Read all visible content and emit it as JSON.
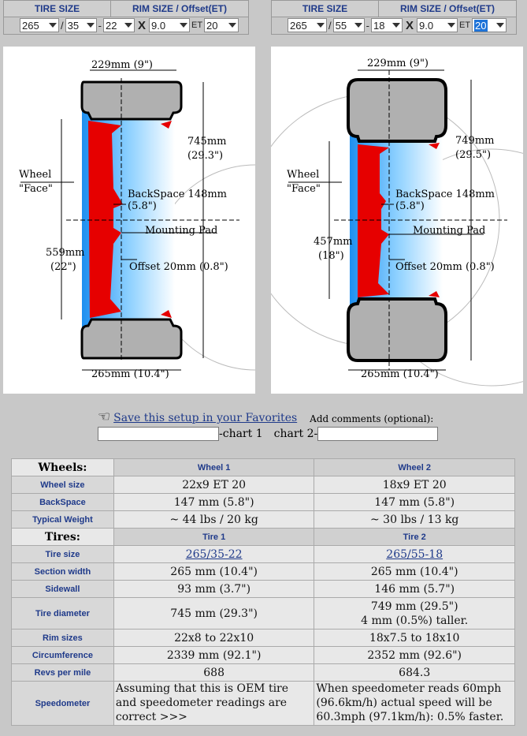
{
  "selectors": [
    {
      "tire_size_header": "TIRE SIZE",
      "rim_header": "RIM SIZE / Offset(ET)",
      "width": "265",
      "aspect": "35",
      "rim_dia": "22",
      "x_label": "X",
      "rim_width": "9.0",
      "et_label": "ET",
      "offset": "20"
    },
    {
      "tire_size_header": "TIRE SIZE",
      "rim_header": "RIM SIZE / Offset(ET)",
      "width": "265",
      "aspect": "55",
      "rim_dia": "18",
      "x_label": "X",
      "rim_width": "9.0",
      "et_label": "ET",
      "offset": "20"
    }
  ],
  "diagrams": [
    {
      "top_width": "229mm (9\")",
      "diameter_mm": "745mm",
      "diameter_in": "(29.3\")",
      "face_1": "Wheel",
      "face_2": "\"Face\"",
      "backspace": "BackSpace 148mm (5.8\")",
      "mounting_pad": "Mounting Pad",
      "rim_mm": "559mm",
      "rim_in": "(22\")",
      "offset": "Offset 20mm (0.8\")",
      "bottom_width": "265mm (10.4\")"
    },
    {
      "top_width": "229mm (9\")",
      "diameter_mm": "749mm",
      "diameter_in": "(29.5\")",
      "face_1": "Wheel",
      "face_2": "\"Face\"",
      "backspace": "BackSpace 148mm (5.8\")",
      "mounting_pad": "Mounting Pad",
      "rim_mm": "457mm",
      "rim_in": "(18\")",
      "offset": "Offset 20mm (0.8\")",
      "bottom_width": "265mm (10.4\")"
    }
  ],
  "save": {
    "link": "Save this setup in your Favorites",
    "comments_label": "Add comments (optional):",
    "chart1": "-chart 1",
    "chart2": "chart 2-",
    "chart1_value": "",
    "chart2_value": ""
  },
  "table": {
    "wheels_header": "Wheels:",
    "wheel1": "Wheel 1",
    "wheel2": "Wheel 2",
    "tires_header": "Tires:",
    "tire1": "Tire 1",
    "tire2": "Tire 2",
    "rows_wheels": [
      {
        "label": "Wheel size",
        "v1": "22x9 ET 20",
        "v2": "18x9 ET 20"
      },
      {
        "label": "BackSpace",
        "v1": "147 mm (5.8\")",
        "v2": "147 mm (5.8\")"
      },
      {
        "label": "Typical Weight",
        "v1": "~ 44 lbs / 20 kg",
        "v2": "~ 30 lbs / 13 kg"
      }
    ],
    "tire_size": {
      "label": "Tire size",
      "v1": "265/35-22",
      "v2": "265/55-18"
    },
    "section_width": {
      "label": "Section width",
      "v1": "265 mm (10.4\")",
      "v2": "265 mm (10.4\")"
    },
    "sidewall": {
      "label": "Sidewall",
      "v1": "93 mm (3.7\")",
      "v2": "146 mm (5.7\")"
    },
    "tire_diameter": {
      "label": "Tire diameter",
      "v1": "745 mm (29.3\")",
      "v2a": "749 mm (29.5\")",
      "v2b": "4 mm (0.5%) taller."
    },
    "rim_sizes": {
      "label": "Rim sizes",
      "v1": "22x8 to 22x10",
      "v2": "18x7.5 to 18x10"
    },
    "circumference": {
      "label": "Circumference",
      "v1": "2339 mm (92.1\")",
      "v2": "2352 mm (92.6\")"
    },
    "revs": {
      "label": "Revs per mile",
      "v1": "688",
      "v2": "684.3"
    },
    "speedometer": {
      "label": "Speedometer",
      "v1": "Assuming that this is OEM tire and speedometer readings are correct >>>",
      "v2": "When speedometer reads 60mph (96.6km/h) actual speed will be 60.3mph (97.1km/h): 0.5% faster."
    }
  }
}
